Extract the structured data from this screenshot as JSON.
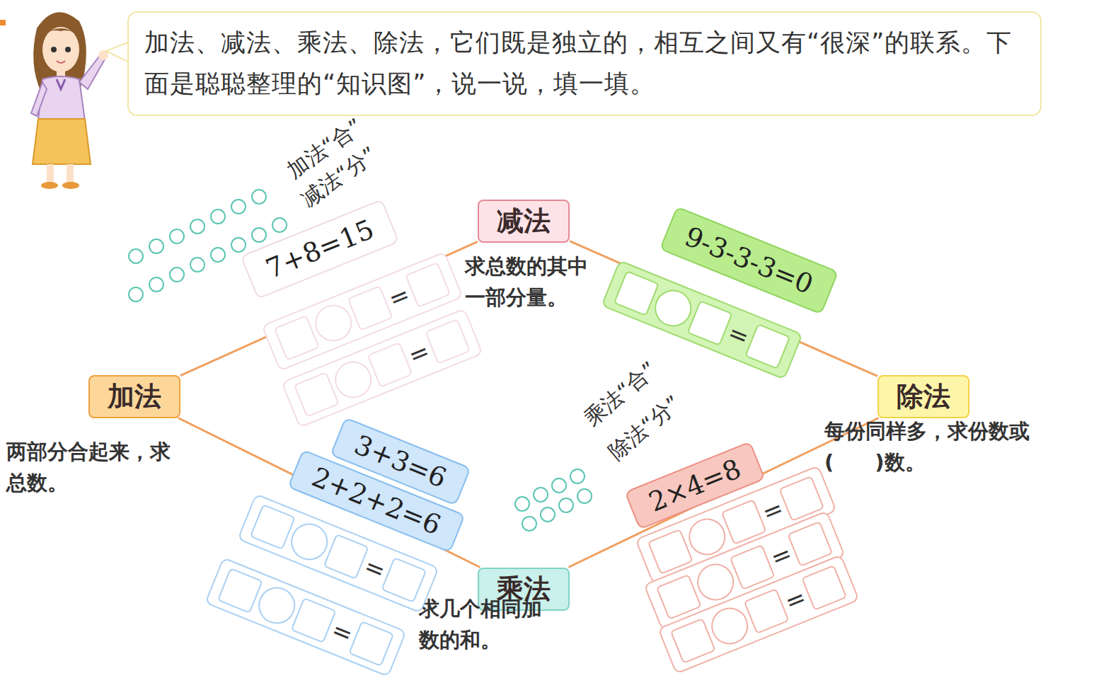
{
  "diagram": {
    "nodes": [
      {
        "text": [
          "加法、减法、乘法、除法，它们既是独立的，相互之间又有“很深”的联系。下面是聪聪整理的“知识图”，说一说，填一填。"
        ]
      },
      {
        "text": [
          "减法",
          "求总数的其中一部分量。"
        ]
      },
      {
        "text": [
          "加法",
          "两部分合起来，求总数。"
        ]
      },
      {
        "text": [
          "除法",
          "每份同样多，求份数或(　　)数。"
        ]
      },
      {
        "text": [
          "乘法",
          "求几个相同加数的和。"
        ]
      },
      {
        "text": [
          "7+8=15"
        ]
      },
      {
        "text": [
          "="
        ]
      },
      {
        "text": [
          "="
        ]
      },
      {
        "text": [
          "9-3-3-3=0"
        ]
      },
      {
        "text": [
          "="
        ]
      },
      {
        "text": [
          "3+3=6"
        ]
      },
      {
        "text": [
          "2+2+2=6"
        ]
      },
      {
        "text": [
          "="
        ]
      },
      {
        "text": [
          "="
        ]
      },
      {
        "text": [
          "2×4=8"
        ]
      },
      {
        "text": [
          "="
        ]
      },
      {
        "text": [
          "="
        ]
      },
      {
        "text": [
          "="
        ]
      }
    ],
    "edges": [
      {
        "from": 2,
        "to": 1,
        "arrow": "none"
      },
      {
        "from": 1,
        "to": 3,
        "arrow": "none"
      },
      {
        "from": 4,
        "to": 3,
        "arrow": "none"
      },
      {
        "from": 2,
        "to": 4,
        "arrow": "none"
      }
    ],
    "labels": [
      "加法“合”",
      "减法“分”",
      "乘法“合”",
      "除法“分”"
    ]
  }
}
